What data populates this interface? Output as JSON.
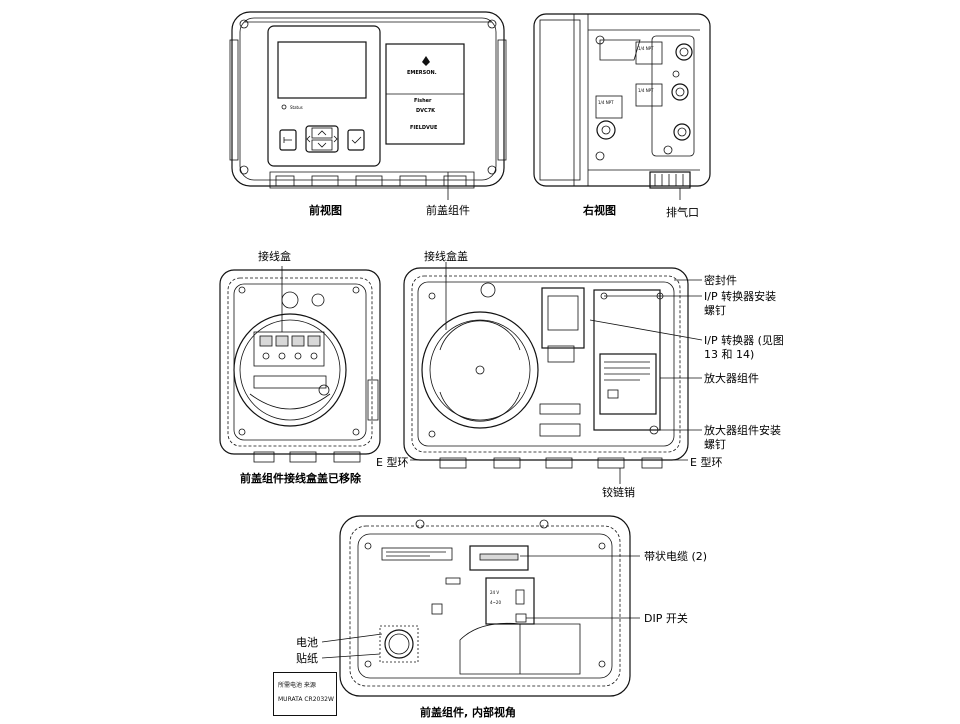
{
  "captions": {
    "front_view": "前视图",
    "right_view": "右视图",
    "terminal_cover_removed": "前盖组件接线盒盖已移除",
    "inside_view": "前盖组件, 内部视角"
  },
  "callouts": {
    "front_cover_assembly": "前盖组件",
    "exhaust_port": "排气口",
    "terminal_box": "接线盒",
    "terminal_box_cover": "接线盒盖",
    "seal": "密封件",
    "ip_screws_1": "I/P 转换器安装",
    "ip_screws_2": "螺钉",
    "ip_converter_1": "I/P 转换器 (见图",
    "ip_converter_2": "13 和 14)",
    "amplifier": "放大器组件",
    "amp_screws_1": "放大器组件安装",
    "amp_screws_2": "螺钉",
    "e_ring_left": "E 型环",
    "e_ring_right": "E 型环",
    "hinge_pin": "铰链销",
    "ribbon_cable": "带状电缆 (2)",
    "dip_switch": "DIP 开关",
    "battery": "电池",
    "sticker": "贴纸"
  },
  "device_text": {
    "status": "Status",
    "brand": "EMERSON.",
    "fisher": "Fisher",
    "model": "DVC7K",
    "fieldvue": "FIELDVUE",
    "port_label": "1/4 NPT",
    "dip_24v": "24 V",
    "dip_420": "4~20"
  },
  "battery_note": {
    "line1": "所需电池  来源",
    "line2": "MURATA CR2032W"
  },
  "icon_names": [
    "up-arrow-icon",
    "down-arrow-icon",
    "left-arrow-icon",
    "right-arrow-icon",
    "check-icon",
    "back-icon"
  ]
}
